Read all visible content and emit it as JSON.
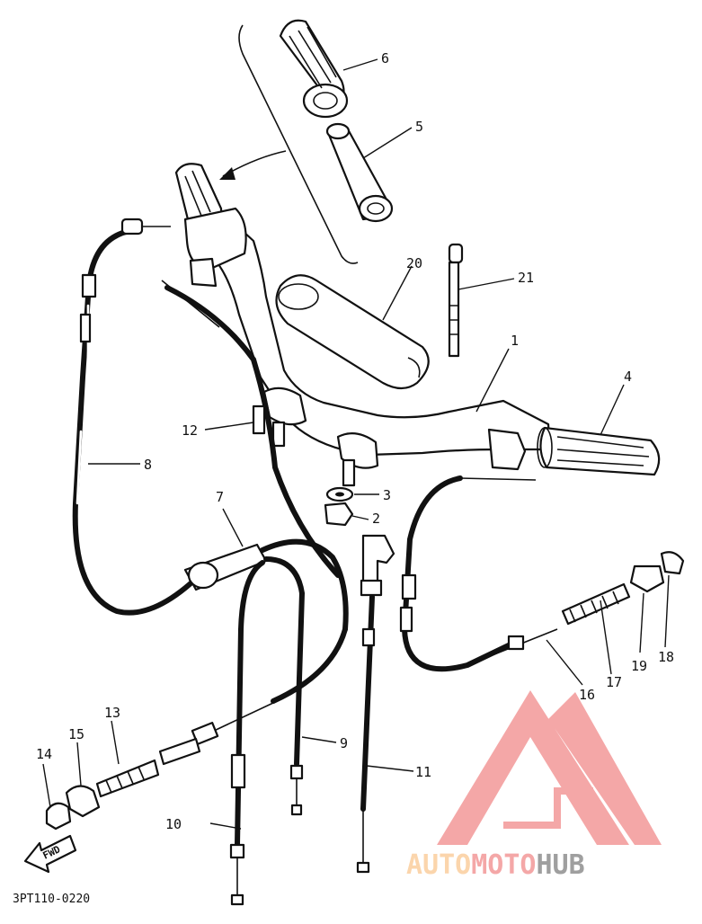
{
  "diagram": {
    "code": "3PT110-0220",
    "direction_label": "FWD",
    "callouts": [
      {
        "id": "c1",
        "label": "1"
      },
      {
        "id": "c2",
        "label": "2"
      },
      {
        "id": "c3",
        "label": "3"
      },
      {
        "id": "c4",
        "label": "4"
      },
      {
        "id": "c5",
        "label": "5"
      },
      {
        "id": "c6",
        "label": "6"
      },
      {
        "id": "c7",
        "label": "7"
      },
      {
        "id": "c8",
        "label": "8"
      },
      {
        "id": "c9",
        "label": "9"
      },
      {
        "id": "c10",
        "label": "10"
      },
      {
        "id": "c11",
        "label": "11"
      },
      {
        "id": "c12",
        "label": "12"
      },
      {
        "id": "c13",
        "label": "13"
      },
      {
        "id": "c14",
        "label": "14"
      },
      {
        "id": "c15",
        "label": "15"
      },
      {
        "id": "c16",
        "label": "16"
      },
      {
        "id": "c17",
        "label": "17"
      },
      {
        "id": "c18",
        "label": "18"
      },
      {
        "id": "c19",
        "label": "19"
      },
      {
        "id": "c20",
        "label": "20"
      },
      {
        "id": "c21",
        "label": "21"
      }
    ]
  },
  "watermark": {
    "text_part1": "AUTO",
    "text_part2": "MOTO",
    "text_part3": "HUB",
    "color_primary": "#f4a3a3",
    "color_secondary": "#fbd3a8",
    "color_tertiary": "#9a9a9a"
  }
}
